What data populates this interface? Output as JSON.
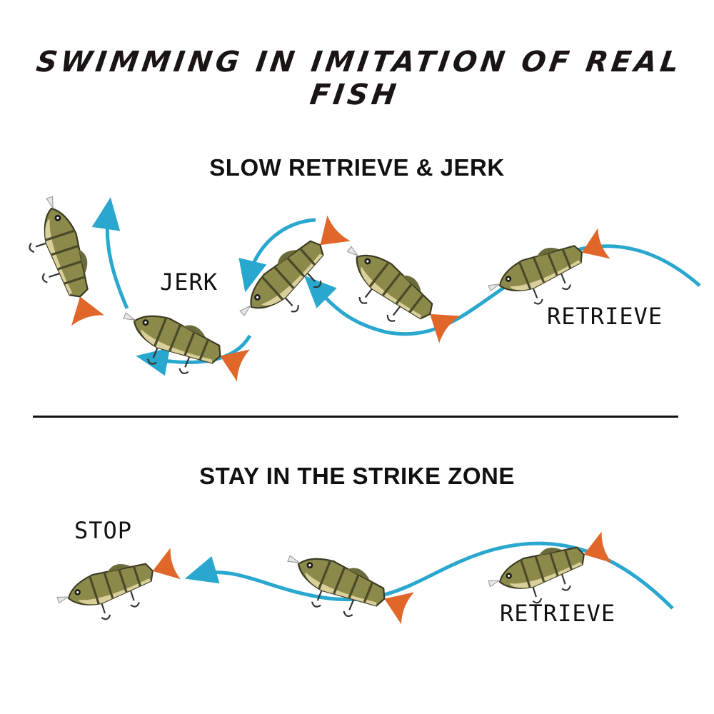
{
  "headline": "SWIMMING IN IMITATION OF REAL FISH",
  "sections": [
    {
      "title": "SLOW RETRIEVE & JERK",
      "labels": {
        "jerk": "JERK",
        "retrieve": "RETRIEVE"
      }
    },
    {
      "title": "STAY IN THE STRIKE ZONE",
      "labels": {
        "stop": "STOP",
        "retrieve": "RETRIEVE"
      }
    }
  ],
  "colors": {
    "line": "#2aa7cf",
    "text": "#111111",
    "lure_body": "#8c8a4a",
    "lure_belly": "#d9cf9a",
    "lure_stripe": "#4a4a2a",
    "lure_tail": "#e0662a",
    "lure_head": "#5a5a3a"
  },
  "icons": [
    "swimbait-lure-icon",
    "treble-hook-icon",
    "path-arrow-icon"
  ]
}
